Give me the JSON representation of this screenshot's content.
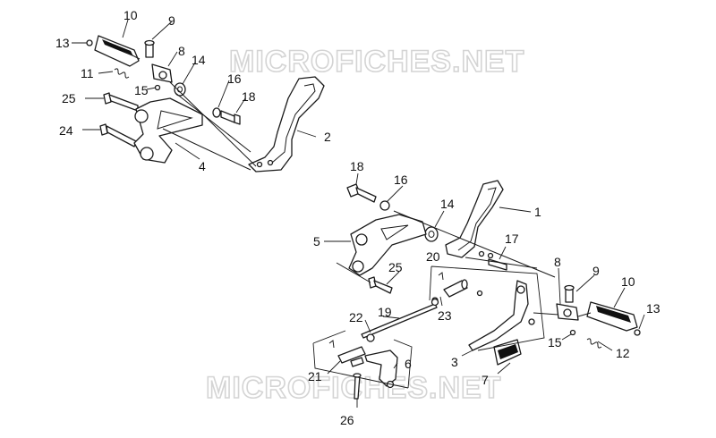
{
  "watermark": {
    "text": "MICROFICHES.NET"
  },
  "callouts": {
    "c1": "1",
    "c2": "2",
    "c3": "3",
    "c4": "4",
    "c5": "5",
    "c6": "6",
    "c7": "7",
    "c8a": "8",
    "c8b": "8",
    "c9a": "9",
    "c9b": "9",
    "c10a": "10",
    "c10b": "10",
    "c11": "11",
    "c12": "12",
    "c13a": "13",
    "c13b": "13",
    "c14a": "14",
    "c14b": "14",
    "c15a": "15",
    "c15b": "15",
    "c16a": "16",
    "c16b": "16",
    "c17": "17",
    "c18a": "18",
    "c18b": "18",
    "c19": "19",
    "c20": "20",
    "c21": "21",
    "c22": "22",
    "c23": "23",
    "c24": "24",
    "c25a": "25",
    "c25b": "25",
    "c26": "26"
  }
}
